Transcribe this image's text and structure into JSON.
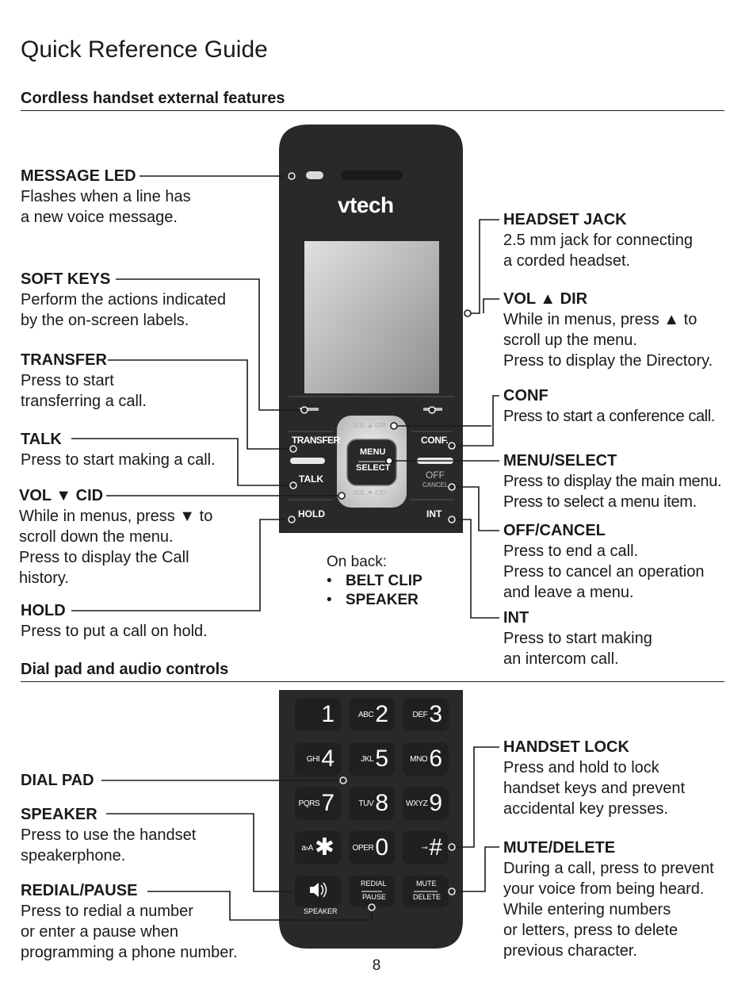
{
  "title": "Quick Reference Guide",
  "sections": {
    "handset": "Cordless handset external features",
    "dialpad": "Dial pad and audio controls"
  },
  "callouts": {
    "message_led": {
      "title": "MESSAGE LED",
      "lines": [
        "Flashes when a line has",
        "a new voice message."
      ]
    },
    "soft_keys": {
      "title": "SOFT KEYS",
      "lines": [
        "Perform the actions indicated",
        "by the on-screen labels."
      ]
    },
    "transfer": {
      "title": "TRANSFER",
      "lines": [
        "Press to start",
        "transferring a call."
      ]
    },
    "talk": {
      "title": "TALK",
      "lines": [
        "Press to start making a call."
      ]
    },
    "vol_down_cid": {
      "title": "VOL ▼ CID",
      "lines": [
        "While in menus, press ▼ to",
        "scroll down the menu.",
        "Press to display the Call",
        "history."
      ]
    },
    "hold": {
      "title": "HOLD",
      "lines": [
        "Press to put a call on hold."
      ]
    },
    "headset_jack": {
      "title": "HEADSET JACK",
      "lines": [
        "2.5 mm jack for connecting",
        "a corded headset."
      ]
    },
    "vol_up_dir": {
      "title": "VOL ▲ DIR",
      "lines": [
        "While in menus, press ▲ to",
        "scroll up the menu.",
        "Press to display the Directory."
      ]
    },
    "conf": {
      "title": "CONF",
      "lines": [
        "Press to start a conference call."
      ]
    },
    "menu_select": {
      "title": "MENU/SELECT",
      "lines": [
        "Press to display the main menu.",
        "Press to select a menu item."
      ]
    },
    "off_cancel": {
      "title": "OFF/CANCEL",
      "lines": [
        "Press to end a call.",
        "Press to cancel an operation",
        "and leave a menu."
      ]
    },
    "int": {
      "title": "INT",
      "lines": [
        "Press to start making",
        "an intercom call."
      ]
    },
    "dial_pad": {
      "title": "DIAL PAD",
      "lines": []
    },
    "speaker": {
      "title": "SPEAKER",
      "lines": [
        "Press to use the handset",
        "speakerphone."
      ]
    },
    "redial_pause": {
      "title": "REDIAL/PAUSE",
      "lines": [
        "Press to redial a number",
        "or enter a pause when",
        "programming a phone number."
      ]
    },
    "handset_lock": {
      "title": "HANDSET LOCK",
      "lines": [
        "Press and hold to lock",
        "handset keys and prevent",
        "accidental key presses."
      ]
    },
    "mute_delete": {
      "title": "MUTE/DELETE",
      "lines": [
        "During a call, press to prevent",
        "your voice from being heard.",
        "While entering numbers",
        "or letters, press to delete",
        "previous character."
      ]
    }
  },
  "on_back": {
    "label": "On back:",
    "items": [
      "BELT CLIP",
      "SPEAKER"
    ]
  },
  "phone": {
    "brand": "vtech",
    "keys": {
      "transfer": "TRANSFER",
      "conf": "CONF.",
      "talk": "TALK",
      "hold": "HOLD",
      "int": "INT",
      "menu": "MENU",
      "select": "SELECT",
      "off": "OFF",
      "cancel": "CANCEL",
      "vol_up_dir": "VOL ▲ DIR",
      "vol_down_cid": "VOL ▼ CID"
    },
    "dialpad": [
      {
        "digit": "1",
        "letters": ""
      },
      {
        "digit": "2",
        "letters": "ABC"
      },
      {
        "digit": "3",
        "letters": "DEF"
      },
      {
        "digit": "4",
        "letters": "GHI"
      },
      {
        "digit": "5",
        "letters": "JKL"
      },
      {
        "digit": "6",
        "letters": "MNO"
      },
      {
        "digit": "7",
        "letters": "PQRS"
      },
      {
        "digit": "8",
        "letters": "TUV"
      },
      {
        "digit": "9",
        "letters": "WXYZ"
      },
      {
        "digit": "✱",
        "letters": "a›A"
      },
      {
        "digit": "0",
        "letters": "OPER"
      },
      {
        "digit": "#",
        "letters": "⊸"
      }
    ],
    "bottom_keys": {
      "speaker": "SPEAKER",
      "redial": "REDIAL",
      "pause": "PAUSE",
      "mute": "MUTE",
      "delete": "DELETE"
    }
  },
  "page_number": "8"
}
